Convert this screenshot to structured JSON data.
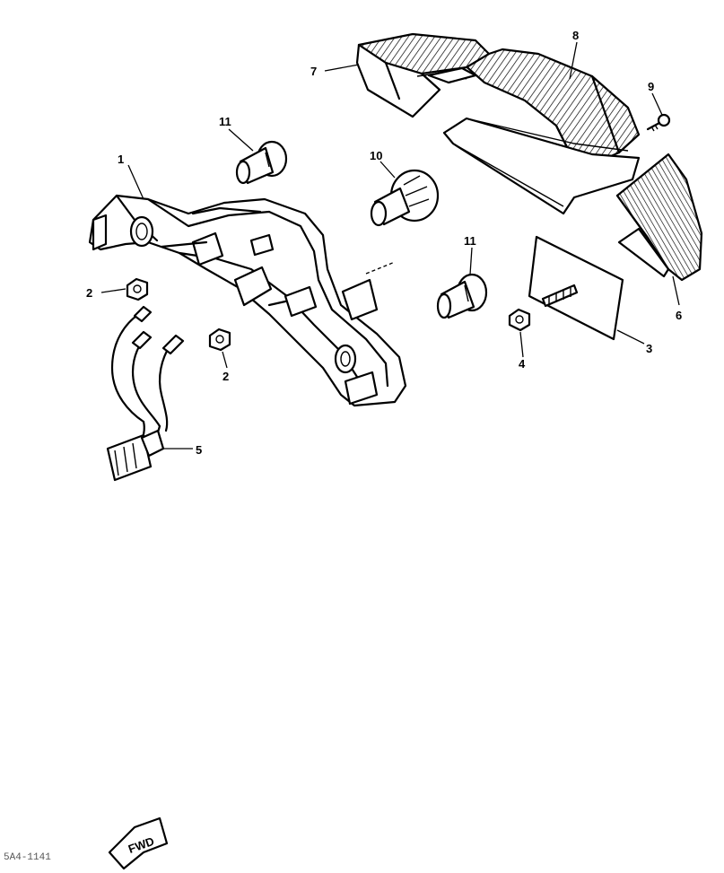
{
  "callouts": {
    "c1": "1",
    "c2a": "2",
    "c2b": "2",
    "c3": "3",
    "c4": "4",
    "c5": "5",
    "c6": "6",
    "c7": "7",
    "c8": "8",
    "c9": "9",
    "c10": "10",
    "c11a": "11",
    "c11b": "11"
  },
  "forward_arrow_label": "FWD",
  "figure_code": "5A4-1141"
}
